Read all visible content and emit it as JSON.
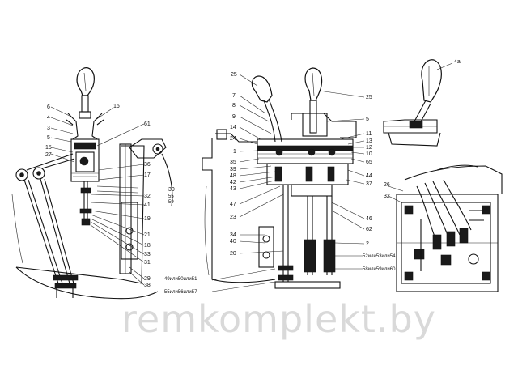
{
  "watermark": "remkomplekt.by",
  "left_view": {
    "labels": [
      "6",
      "4",
      "3",
      "5",
      "15",
      "27",
      "16",
      "61",
      "36",
      "17",
      "30",
      "32",
      "41",
      "19",
      "21",
      "18",
      "33",
      "31",
      "29",
      "38"
    ],
    "stacked": "55\n59"
  },
  "middle_view": {
    "labels": [
      "25",
      "7",
      "8",
      "9",
      "14",
      "24",
      "1",
      "35",
      "39",
      "48",
      "42",
      "43",
      "47",
      "23",
      "34",
      "40",
      "20",
      "25",
      "5",
      "11",
      "13",
      "12",
      "10",
      "65",
      "44",
      "37",
      "46",
      "62",
      "2"
    ],
    "bottom_labels": [
      "49или50или51",
      "55или56или57"
    ],
    "right_labels": [
      "52или53или54",
      "58или59или60"
    ]
  },
  "right_view": {
    "labels": [
      "4а",
      "26",
      "32"
    ]
  }
}
